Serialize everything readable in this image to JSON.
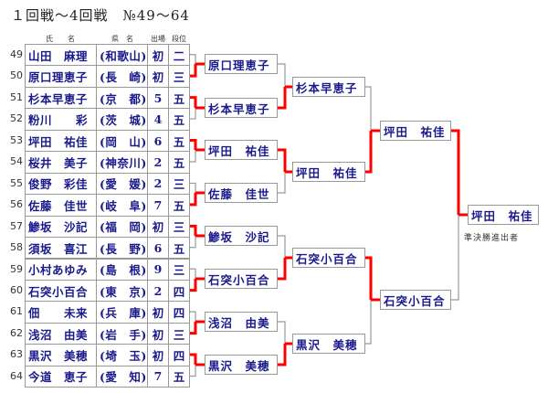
{
  "title": "１回戦～4回戦　№49～64",
  "headers": {
    "name": "氏　　名",
    "pref": "県　名",
    "appearances": "出場",
    "rank": "段位"
  },
  "players": [
    {
      "no": "49",
      "name": "山田　麻理",
      "pref": "(和歌山)",
      "apps": "初",
      "rank": "二"
    },
    {
      "no": "50",
      "name": "原口理恵子",
      "pref": "(長　崎)",
      "apps": "初",
      "rank": "三"
    },
    {
      "no": "51",
      "name": "杉本早恵子",
      "pref": "(京　都)",
      "apps": "5",
      "rank": "五"
    },
    {
      "no": "52",
      "name": "粉川　　彩",
      "pref": "(茨　城)",
      "apps": "4",
      "rank": "五"
    },
    {
      "no": "53",
      "name": "坪田　祐佳",
      "pref": "(岡　山)",
      "apps": "6",
      "rank": "五"
    },
    {
      "no": "54",
      "name": "桜井　美子",
      "pref": "(神奈川)",
      "apps": "2",
      "rank": "五"
    },
    {
      "no": "55",
      "name": "俊野　彩佳",
      "pref": "(愛　媛)",
      "apps": "2",
      "rank": "三"
    },
    {
      "no": "56",
      "name": "佐藤　佳世",
      "pref": "(岐　阜)",
      "apps": "7",
      "rank": "五"
    },
    {
      "no": "57",
      "name": "鯵坂　沙記",
      "pref": "(福　岡)",
      "apps": "初",
      "rank": "三"
    },
    {
      "no": "58",
      "name": "須坂　喜江",
      "pref": "(長　野)",
      "apps": "6",
      "rank": "五"
    },
    {
      "no": "59",
      "name": "小村あゆみ",
      "pref": "(島　根)",
      "apps": "9",
      "rank": "三"
    },
    {
      "no": "60",
      "name": "石突小百合",
      "pref": "(東　京)",
      "apps": "2",
      "rank": "四"
    },
    {
      "no": "61",
      "name": "佃　　未来",
      "pref": "(兵　庫)",
      "apps": "初",
      "rank": "四"
    },
    {
      "no": "62",
      "name": "浅沼　由美",
      "pref": "(岩　手)",
      "apps": "初",
      "rank": "三"
    },
    {
      "no": "63",
      "name": "黒沢　美穂",
      "pref": "(埼　玉)",
      "apps": "初",
      "rank": "四"
    },
    {
      "no": "64",
      "name": "今道　恵子",
      "pref": "(愛　知)",
      "apps": "7",
      "rank": "五"
    }
  ],
  "round1_winners": [
    "原口理恵子",
    "杉本早恵子",
    "坪田　祐佳",
    "佐藤　佳世",
    "鯵坂　沙記",
    "石突小百合",
    "浅沼　由美",
    "黒沢　美穂"
  ],
  "round1_winner_index": [
    1,
    0,
    0,
    1,
    0,
    1,
    1,
    0
  ],
  "round2_winners": [
    "杉本早恵子",
    "坪田　祐佳",
    "石突小百合",
    "黒沢　美穂"
  ],
  "round2_winner_index": [
    1,
    0,
    1,
    1
  ],
  "round3_winners": [
    "坪田　祐佳",
    "石突小百合"
  ],
  "round3_winner_index": [
    1,
    0
  ],
  "final_winner": "坪田　祐佳",
  "final_winner_index": 0,
  "caption": "準決勝進出者",
  "colors": {
    "win_line": "#ff0000",
    "lose_line": "#999999",
    "name_text": "#1a1a8c"
  }
}
